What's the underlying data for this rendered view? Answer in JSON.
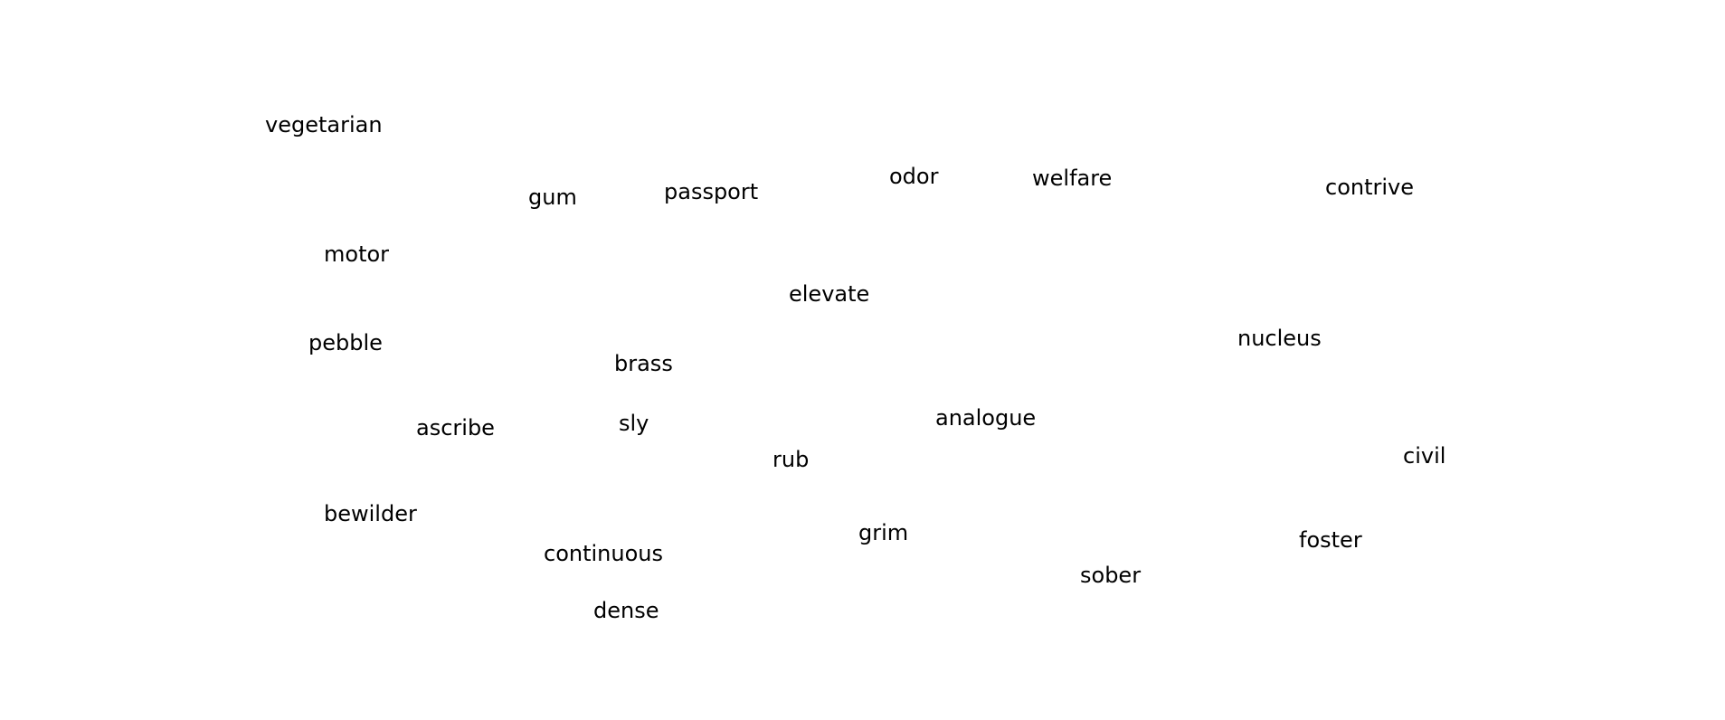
{
  "words": {
    "vegetarian": "vegetarian",
    "gum": "gum",
    "passport": "passport",
    "odor": "odor",
    "welfare": "welfare",
    "contrive": "contrive",
    "motor": "motor",
    "elevate": "elevate",
    "nucleus": "nucleus",
    "pebble": "pebble",
    "brass": "brass",
    "analogue": "analogue",
    "ascribe": "ascribe",
    "sly": "sly",
    "rub": "rub",
    "civil": "civil",
    "bewilder": "bewilder",
    "grim": "grim",
    "foster": "foster",
    "continuous": "continuous",
    "sober": "sober",
    "dense": "dense"
  },
  "colors": {
    "background": "#ffffff",
    "text": "#000000"
  }
}
